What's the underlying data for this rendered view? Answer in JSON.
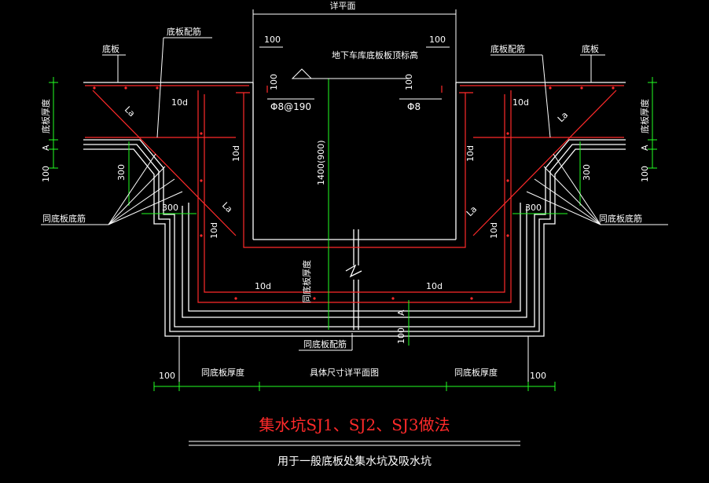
{
  "colors": {
    "background": "#000000",
    "outline": "#ffffff",
    "rebar": "#ff2a2a",
    "dimension": "#22ff22",
    "text": "#ffffff",
    "title": "#ff2a2a"
  },
  "labels": {
    "top_plan": "详平面",
    "dim_100_left": "100",
    "dim_100_right": "100",
    "base_slab_left": "底板",
    "base_slab_right": "底板",
    "slab_rebar_left": "底板配筋",
    "slab_rebar_right": "底板配筋",
    "top_elev": "地下车库底板板顶标高",
    "bar_left": "Φ8@190",
    "bar_right": "Φ8",
    "rot_100_left": "100",
    "rot_100_right": "100",
    "anchor_10d_1": "10d",
    "anchor_10d_2": "10d",
    "anchor_10d_3": "10d",
    "anchor_10d_4": "10d",
    "anchor_10d_5": "10d",
    "anchor_10d_6": "10d",
    "anchor_10d_7": "10d",
    "anchor_10d_8": "10d",
    "la_1": "La",
    "la_2": "La",
    "la_3": "La",
    "la_4": "La",
    "depth": "1400(900)",
    "thk_left": "底板厚度",
    "thk_right": "底板厚度",
    "a_left": "A",
    "a_right": "A",
    "a_mid": "A",
    "d100_left": "100",
    "d100_right": "100",
    "d100_mid": "100",
    "d300_vl": "300",
    "d300_vr": "300",
    "d300_hl": "300",
    "d300_hr": "300",
    "same_bottom_left": "同底板底筋",
    "same_bottom_right": "同底板底筋",
    "same_thickness_v": "同底板厚度",
    "same_rebar": "同底板配筋",
    "bd_100_left": "100",
    "bd_thk_left": "同底板厚度",
    "bd_detail": "具体尺寸详平面图",
    "bd_thk_right": "同底板厚度",
    "bd_100_right": "100"
  },
  "title": "集水坑SJ1、SJ2、SJ3做法",
  "subtitle": "用于一般底板处集水坑及吸水坑"
}
